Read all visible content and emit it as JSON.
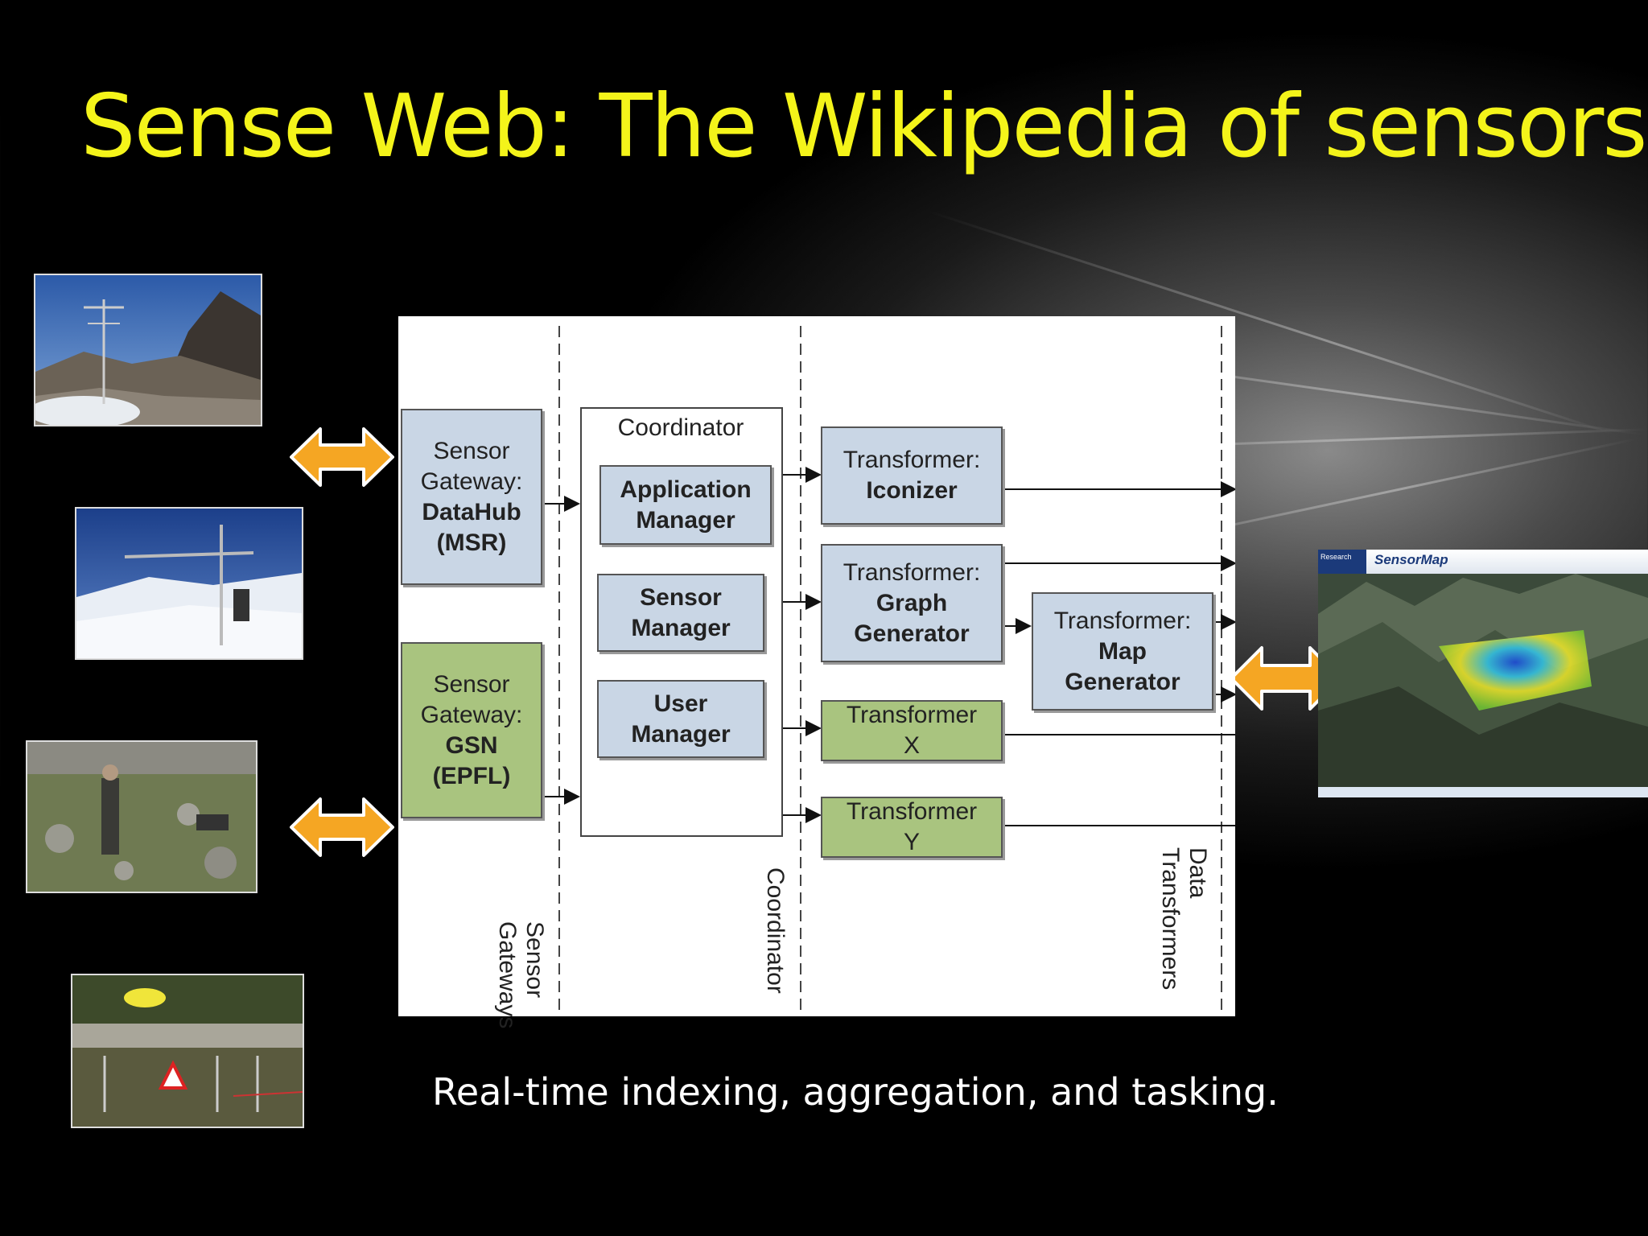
{
  "slide": {
    "title": "Sense Web: The Wikipedia of sensors",
    "subtitle": "Real-time indexing, aggregation, and tasking."
  },
  "diagram": {
    "gateway_msr": {
      "line1": "Sensor",
      "line2": "Gateway:",
      "line3": "DataHub",
      "line4": "(MSR)"
    },
    "gateway_gsn": {
      "line1": "Sensor",
      "line2": "Gateway:",
      "line3": "GSN",
      "line4": "(EPFL)"
    },
    "coordinator_label": "Coordinator",
    "app_manager": {
      "line1": "Application",
      "line2": "Manager"
    },
    "sensor_manager": {
      "line1": "Sensor",
      "line2": "Manager"
    },
    "user_manager": {
      "line1": "User",
      "line2": "Manager"
    },
    "iconizer": {
      "line1": "Transformer:",
      "line2": "Iconizer"
    },
    "graph_gen": {
      "line1": "Transformer:",
      "line2": "Graph",
      "line3": "Generator"
    },
    "map_gen": {
      "line1": "Transformer:",
      "line2": "Map",
      "line3": "Generator"
    },
    "transformer_x": {
      "line1": "Transformer",
      "line2": "X"
    },
    "transformer_y": {
      "line1": "Transformer",
      "line2": "Y"
    },
    "col_sensor_gateways": {
      "line1": "Sensor",
      "line2": "Gateways"
    },
    "col_coordinator": "Coordinator",
    "col_data_transformers": {
      "line1": "Data",
      "line2": "Transformers"
    }
  },
  "map": {
    "brand": "SensorMap",
    "corner": "Research"
  },
  "colors": {
    "title": "#f4f41a",
    "arrow": "#f5a623",
    "box_blue": "#c9d6e5",
    "box_green": "#a9c47f"
  }
}
